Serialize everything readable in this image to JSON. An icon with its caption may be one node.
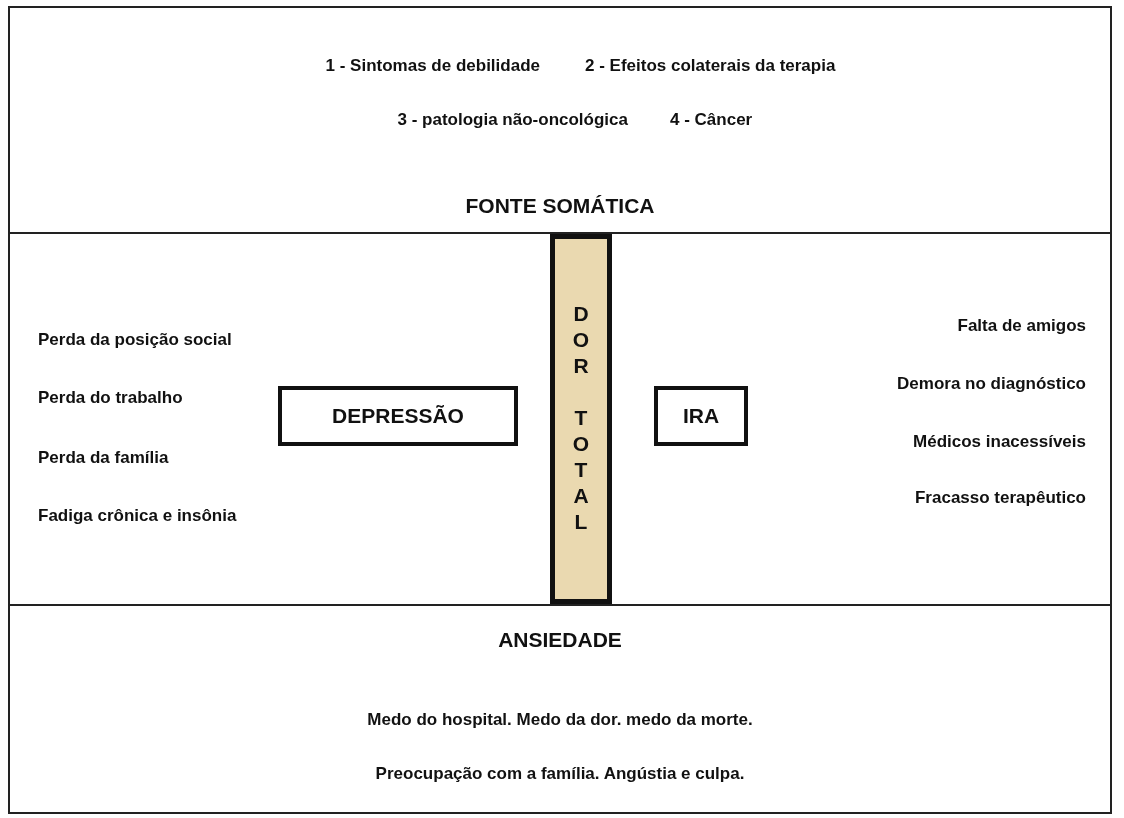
{
  "diagram": {
    "nodes": [
      {
        "text": [
          "1 - Sintomas de debilidade",
          "2 - Efeitos colaterais da terapia",
          "3 - patologia não-oncológica",
          "4 - Câncer",
          "FONTE SOMÁTICA"
        ]
      },
      {
        "text": [],
        "shape": "box"
      },
      {
        "text": [
          "DEPRESSÃO"
        ],
        "in": 1
      },
      {
        "text": [
          "DOR TOTAL"
        ],
        "in": 1
      },
      {
        "text": [
          "IRA"
        ],
        "in": 1
      },
      {
        "text": [
          "ANSIEDADE",
          "Medo do hospital. Medo da dor. medo da morte.",
          "Preocupação com a família. Angústia e culpa."
        ]
      }
    ],
    "edges": [],
    "labels": [
      "Perda da posição social",
      "Perda do trabalho",
      "Perda da família",
      "Fadiga crônica e insônia",
      "Falta de amigos",
      "Demora no diagnóstico",
      "Médicos inacessíveis",
      "Fracasso terapêutico"
    ]
  }
}
